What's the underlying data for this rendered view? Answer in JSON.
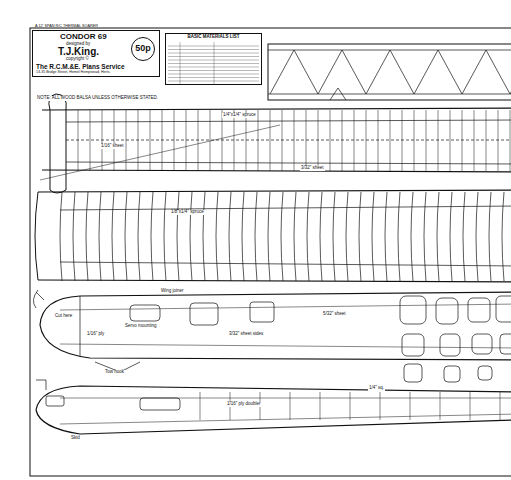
{
  "diagram": {
    "title": "CONDOR 69",
    "nodes": [
      {
        "text": [
          "designed by",
          "T.J.King.",
          "copyright ©",
          "The R.C.M.&E. Plans Service",
          "13-35 Bridge Street, Hemel Hempstead, Herts."
        ]
      },
      {
        "text": [
          "50p"
        ],
        "in": 0
      },
      {
        "text": [
          "BASIC MATERIALS LIST"
        ]
      }
    ],
    "labels": [
      "A 12' SPAN R/C THERMAL SOARER",
      "NOTE: ALL WOOD BALSA UNLESS OTHERWISE STATED.",
      "1/4\"x1/4\" spruce",
      "1/16\" sheet",
      "3/32\" sheet",
      "1/8\"x1/4\" spruce",
      "Cut here",
      "1/16\" ply",
      "3/32\" sheet sides",
      "5/32\" sheet",
      "Wing joiner",
      "1/4\" sq.",
      "Servo mounting",
      "Tow hook",
      "1/16\" ply doubler",
      "Skid"
    ]
  }
}
